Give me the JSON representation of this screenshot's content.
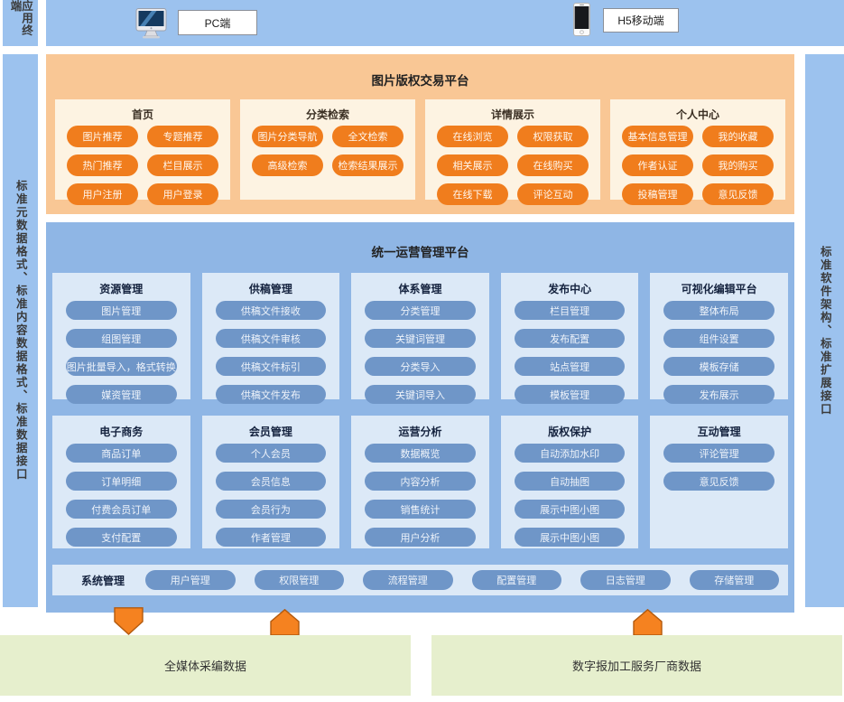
{
  "terminal": {
    "rail_label": "应用终端",
    "pc_label": "PC端",
    "mobile_label": "H5移动端"
  },
  "left_rail_label": "标准元数据格式、标准内容数据格式、标准数据接口",
  "right_rail_label": "标准软件架构、标准扩展接口",
  "trade_platform": {
    "title": "图片版权交易平台",
    "groups": [
      {
        "title": "首页",
        "items": [
          "图片推荐",
          "专题推荐",
          "热门推荐",
          "栏目展示",
          "用户注册",
          "用户登录"
        ]
      },
      {
        "title": "分类检索",
        "items": [
          "图片分类导航",
          "全文检索",
          "高级检索",
          "检索结果展示"
        ]
      },
      {
        "title": "详情展示",
        "items": [
          "在线浏览",
          "权限获取",
          "相关展示",
          "在线购买",
          "在线下载",
          "评论互动"
        ]
      },
      {
        "title": "个人中心",
        "items": [
          "基本信息管理",
          "我的收藏",
          "作者认证",
          "我的购买",
          "投稿管理",
          "意见反馈"
        ]
      }
    ]
  },
  "ops_platform": {
    "title": "统一运营管理平台",
    "rows": [
      [
        {
          "title": "资源管理",
          "items": [
            "图片管理",
            "组图管理",
            "图片批量导入，格式转换",
            "媒资管理"
          ]
        },
        {
          "title": "供稿管理",
          "items": [
            "供稿文件接收",
            "供稿文件审核",
            "供稿文件标引",
            "供稿文件发布"
          ]
        },
        {
          "title": "体系管理",
          "items": [
            "分类管理",
            "关键词管理",
            "分类导入",
            "关键词导入"
          ]
        },
        {
          "title": "发布中心",
          "items": [
            "栏目管理",
            "发布配置",
            "站点管理",
            "模板管理"
          ]
        },
        {
          "title": "可视化编辑平台",
          "items": [
            "整体布局",
            "组件设置",
            "模板存储",
            "发布展示"
          ]
        }
      ],
      [
        {
          "title": "电子商务",
          "items": [
            "商品订单",
            "订单明细",
            "付费会员订单",
            "支付配置"
          ]
        },
        {
          "title": "会员管理",
          "items": [
            "个人会员",
            "会员信息",
            "会员行为",
            "作者管理"
          ]
        },
        {
          "title": "运营分析",
          "items": [
            "数据概览",
            "内容分析",
            "销售统计",
            "用户分析"
          ]
        },
        {
          "title": "版权保护",
          "items": [
            "自动添加水印",
            "自动抽图",
            "展示中图小图",
            "展示中图小图"
          ]
        },
        {
          "title": "互动管理",
          "items": [
            "评论管理",
            "意见反馈"
          ]
        }
      ]
    ],
    "system": {
      "label": "系统管理",
      "items": [
        "用户管理",
        "权限管理",
        "流程管理",
        "配置管理",
        "日志管理",
        "存储管理"
      ]
    }
  },
  "data_sources": [
    {
      "label": "全媒体采编数据"
    },
    {
      "label": "数字报加工服务厂商数据"
    }
  ],
  "colors": {
    "rail_blue": "#9cc2ee",
    "ops_section_blue": "#8fb6e5",
    "ops_column_bg": "#dce9f7",
    "blue_pill": "#6f96c8",
    "trade_section_orange": "#f9c795",
    "trade_group_bg": "#fdf3e2",
    "orange_pill": "#f07d1d",
    "data_source_green": "#e6efcd",
    "arrow_orange": "#f58220"
  }
}
